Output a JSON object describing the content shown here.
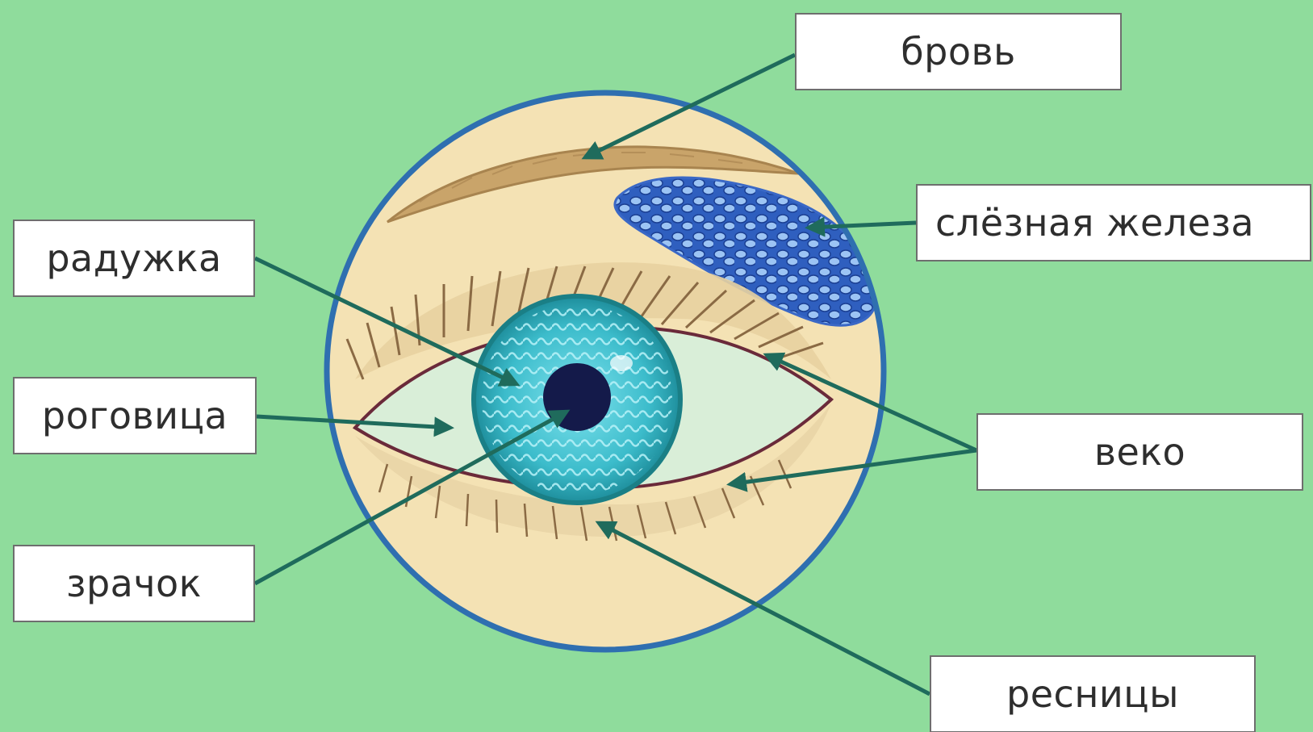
{
  "labels": {
    "eyebrow": "бровь",
    "lacrimal_gland": "слёзная железа",
    "iris": "радужка",
    "cornea": "роговица",
    "eyelid": "веко",
    "pupil": "зрачок",
    "eyelashes": "ресницы"
  },
  "colors": {
    "background": "#8fdc9c",
    "circle_ring": "#2f6fb0",
    "skin": "#f4e2b4",
    "iris": "#2aa8b8",
    "pupil": "#141a4a",
    "gland": "#4a7fd8",
    "leader_line": "#1f6b5c"
  }
}
